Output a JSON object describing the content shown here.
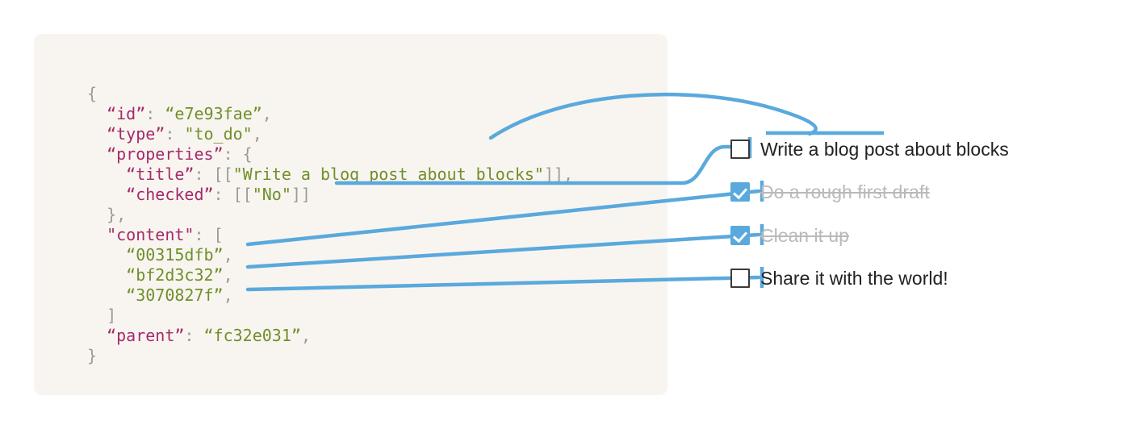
{
  "palette": {
    "panel_bg": "#f8f5f0",
    "page_bg": "#ffffff",
    "connector_blue": "#5aa9dd",
    "checkbox_checked": "#5aa9dd",
    "key_color": "#a42a6a",
    "value_color": "#6f8f2a",
    "punct_color": "#9b9b96",
    "label_color": "#222222",
    "done_label_color": "#b9b9b9"
  },
  "code": {
    "language": "json",
    "lines": [
      {
        "indent": 0,
        "tokens": [
          {
            "t": "{",
            "c": "p"
          }
        ]
      },
      {
        "indent": 1,
        "tokens": [
          {
            "t": "“id”",
            "c": "k"
          },
          {
            "t": ": ",
            "c": "p"
          },
          {
            "t": "“e7e93fae”",
            "c": "v"
          },
          {
            "t": ",",
            "c": "p"
          }
        ]
      },
      {
        "indent": 1,
        "tokens": [
          {
            "t": "“type”",
            "c": "k"
          },
          {
            "t": ": ",
            "c": "p"
          },
          {
            "t": "\"to_do\"",
            "c": "v"
          },
          {
            "t": ",",
            "c": "p"
          }
        ]
      },
      {
        "indent": 1,
        "tokens": [
          {
            "t": "“properties”",
            "c": "k"
          },
          {
            "t": ": {",
            "c": "p"
          }
        ]
      },
      {
        "indent": 2,
        "tokens": [
          {
            "t": "“title”",
            "c": "k"
          },
          {
            "t": ": [[",
            "c": "p"
          },
          {
            "t": "\"Write a blog post about blocks\"",
            "c": "v"
          },
          {
            "t": "]],",
            "c": "p"
          }
        ]
      },
      {
        "indent": 2,
        "tokens": [
          {
            "t": "“checked”",
            "c": "k"
          },
          {
            "t": ": [[",
            "c": "p"
          },
          {
            "t": "\"No\"",
            "c": "v"
          },
          {
            "t": "]]",
            "c": "p"
          }
        ]
      },
      {
        "indent": 1,
        "tokens": [
          {
            "t": "},",
            "c": "p"
          }
        ]
      },
      {
        "indent": 1,
        "tokens": [
          {
            "t": "\"content\"",
            "c": "k"
          },
          {
            "t": ": [",
            "c": "p"
          }
        ]
      },
      {
        "indent": 2,
        "tokens": [
          {
            "t": "“00315dfb”",
            "c": "v"
          },
          {
            "t": ",",
            "c": "p"
          }
        ]
      },
      {
        "indent": 2,
        "tokens": [
          {
            "t": "“bf2d3c32”",
            "c": "v"
          },
          {
            "t": ",",
            "c": "p"
          }
        ]
      },
      {
        "indent": 2,
        "tokens": [
          {
            "t": "“3070827f”",
            "c": "v"
          },
          {
            "t": ",",
            "c": "p"
          }
        ]
      },
      {
        "indent": 1,
        "tokens": [
          {
            "t": "]",
            "c": "p"
          }
        ]
      },
      {
        "indent": 1,
        "tokens": [
          {
            "t": "“parent”",
            "c": "k"
          },
          {
            "t": ": ",
            "c": "p"
          },
          {
            "t": "“fc32e031”",
            "c": "v"
          },
          {
            "t": ",",
            "c": "p"
          }
        ]
      },
      {
        "indent": 0,
        "tokens": [
          {
            "t": "}",
            "c": "p"
          }
        ]
      }
    ]
  },
  "todo": {
    "items": [
      {
        "label": "Write a blog post about blocks",
        "checked": false,
        "strikethrough": false
      },
      {
        "label": "Do a rough first draft",
        "checked": true,
        "strikethrough": true
      },
      {
        "label": "Clean it up",
        "checked": true,
        "strikethrough": true
      },
      {
        "label": "Share it with the world!",
        "checked": false,
        "strikethrough": false
      }
    ]
  },
  "connectors": [
    {
      "name": "title-to-item-underline",
      "from": "code.title",
      "to": "todo.0.label"
    },
    {
      "name": "checked-to-item-checkbox",
      "from": "code.checked",
      "to": "todo.0.checkbox"
    },
    {
      "name": "content-0-to-item-1",
      "from": "code.content.0",
      "to": "todo.1"
    },
    {
      "name": "content-1-to-item-2",
      "from": "code.content.1",
      "to": "todo.2"
    },
    {
      "name": "content-2-to-item-3",
      "from": "code.content.2",
      "to": "todo.3"
    }
  ]
}
